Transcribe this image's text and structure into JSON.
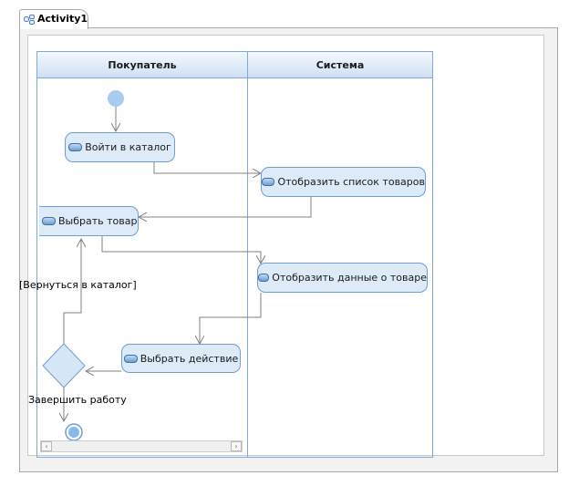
{
  "tab": {
    "title": "Activity1",
    "icon": "activity-diagram-icon"
  },
  "lanes": [
    {
      "name": "Покупатель"
    },
    {
      "name": "Система"
    }
  ],
  "actions": {
    "login": "Войти в каталог",
    "show_list": "Отобразить список товаров",
    "choose_item": "Выбрать товар",
    "show_details": "Отобразить данные о товаре",
    "choose_action": "Выбрать действие"
  },
  "guards": {
    "back": "[Вернуться в каталог]",
    "finish": "Завершить работу"
  },
  "colors": {
    "lane_border": "#7fa9d8",
    "node_fill": "#ddebf8",
    "node_border": "#6f9ed3",
    "edge": "#808080"
  }
}
